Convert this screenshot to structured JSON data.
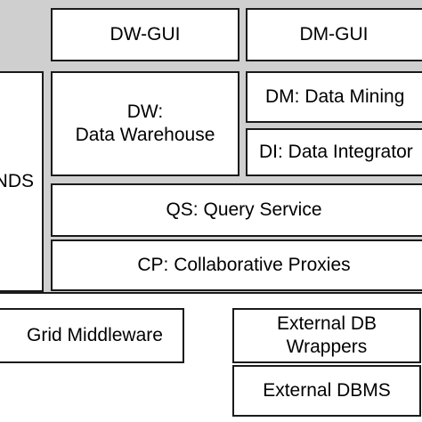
{
  "colors": {
    "platform_fill": "#cfcfcf",
    "box_fill": "#ffffff",
    "border": "#1a1a1a",
    "text": "#000000"
  },
  "boxes": {
    "dw_gui": "DW-GUI",
    "dm_gui": "DM-GUI",
    "nds": "NDS",
    "dw_line1": "DW:",
    "dw_line2": "Data Warehouse",
    "dm": "DM: Data Mining",
    "di": "DI: Data Integrator",
    "qs": "QS: Query Service",
    "cp": "CP: Collaborative Proxies",
    "grid": "Grid Middleware",
    "ext_db_line1": "External DB",
    "ext_db_line2": "Wrappers",
    "ext_dbms": "External DBMS"
  }
}
